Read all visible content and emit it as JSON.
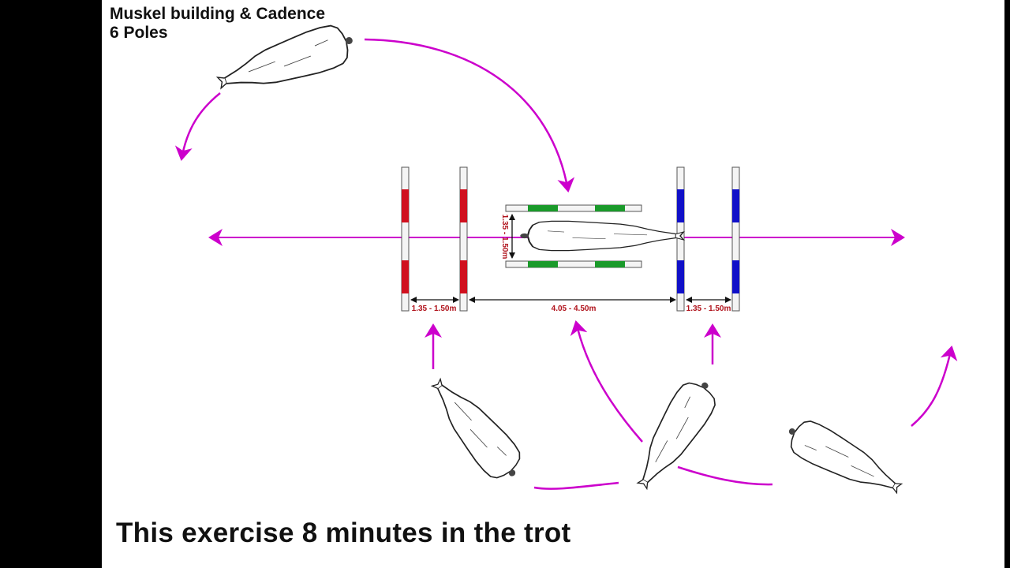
{
  "title": {
    "line1": "Muskel building & Cadence",
    "line2": "6 Poles"
  },
  "caption": "This exercise 8 minutes in the trot",
  "dimensions": {
    "red_pole_gap": "1.35 - 1.50m",
    "center_gap": "4.05 - 4.50m",
    "blue_pole_gap": "1.35 - 1.50m",
    "green_pole_gap": "1.35 - 1.50m"
  },
  "colors": {
    "arrow": "#cc00cc",
    "red_pole": "#d0101e",
    "green_pole": "#1a9a2a",
    "blue_pole": "#1010c8",
    "label": "#b0121b"
  },
  "icons": {
    "horse": "horse-topview-icon"
  }
}
